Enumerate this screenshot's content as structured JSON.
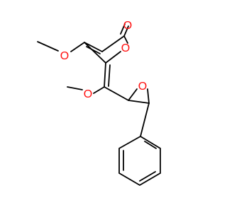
{
  "molecule": {
    "atoms": [
      {
        "id": "o_carbonyl",
        "symbol": "O",
        "color": "#ff0d0d"
      },
      {
        "id": "o_ring",
        "symbol": "O",
        "color": "#ff0d0d"
      },
      {
        "id": "o_methoxy_1",
        "symbol": "O",
        "color": "#ff0d0d"
      },
      {
        "id": "o_methoxy_2",
        "symbol": "O",
        "color": "#ff0d0d"
      },
      {
        "id": "o_epoxide",
        "symbol": "O",
        "color": "#ff0d0d"
      }
    ],
    "bond_color": "#000000"
  }
}
